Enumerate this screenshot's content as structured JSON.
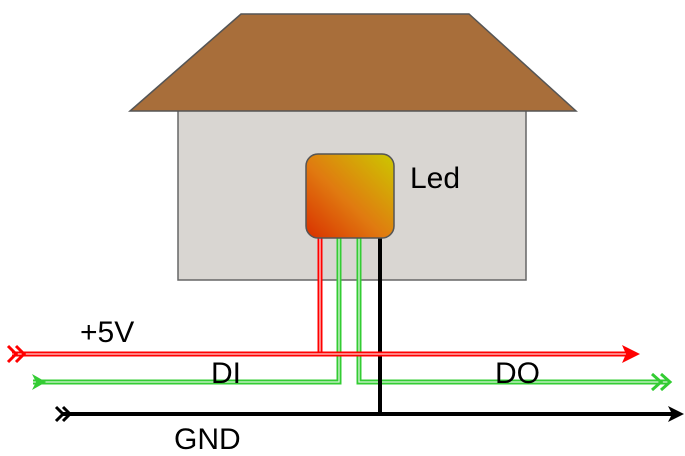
{
  "labels": {
    "led": "Led",
    "vcc": "+5V",
    "data_in": "DI",
    "data_out": "DO",
    "ground": "GND"
  },
  "colors": {
    "roof": "#a86e3a",
    "wall": "#d9d6d2",
    "vcc_wire": "#ff0000",
    "data_wire": "#33cc33",
    "ground_wire": "#000000",
    "led_light": "#ccc800",
    "led_dark": "#d93000"
  }
}
